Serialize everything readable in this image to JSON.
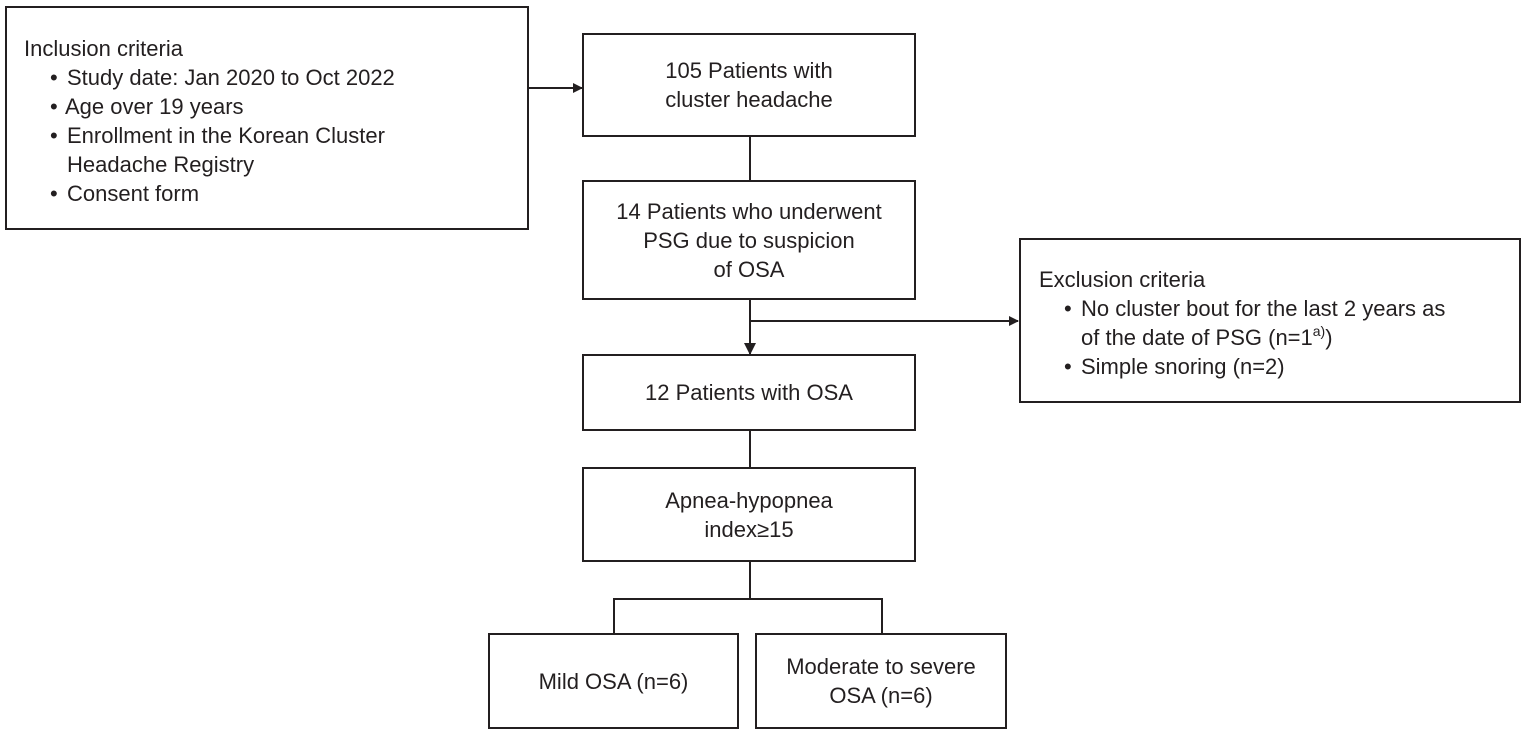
{
  "inclusion": {
    "title": "Inclusion criteria",
    "items": [
      {
        "lines": [
          "Study date: Jan 2020 to Oct 2022"
        ]
      },
      {
        "lines": [
          "Age over 19 years"
        ]
      },
      {
        "lines": [
          "Enrollment in the Korean Cluster",
          "Headache Registry"
        ]
      },
      {
        "lines": [
          "Consent form"
        ]
      }
    ]
  },
  "exclusion": {
    "title": "Exclusion criteria",
    "items": [
      {
        "line1": "No cluster bout for the last 2 years as",
        "line2_pre": "of the date of PSG (n=1",
        "line2_sup": "a)",
        "line2_post": ")"
      },
      {
        "line1": "Simple snoring (n=2)"
      }
    ]
  },
  "steps": {
    "patients_total": [
      "105 Patients with",
      "cluster headache"
    ],
    "psg": [
      "14 Patients who underwent",
      "PSG due to suspicion",
      "of OSA"
    ],
    "osa": [
      "12 Patients with OSA"
    ],
    "ahi": [
      "Apnea-hypopnea",
      "index≥15"
    ],
    "mild": [
      "Mild OSA (n=6)"
    ],
    "moderate": [
      "Moderate to severe",
      "OSA (n=6)"
    ]
  },
  "colors": {
    "line": "#231f20",
    "text": "#231f20",
    "background": "#ffffff"
  }
}
